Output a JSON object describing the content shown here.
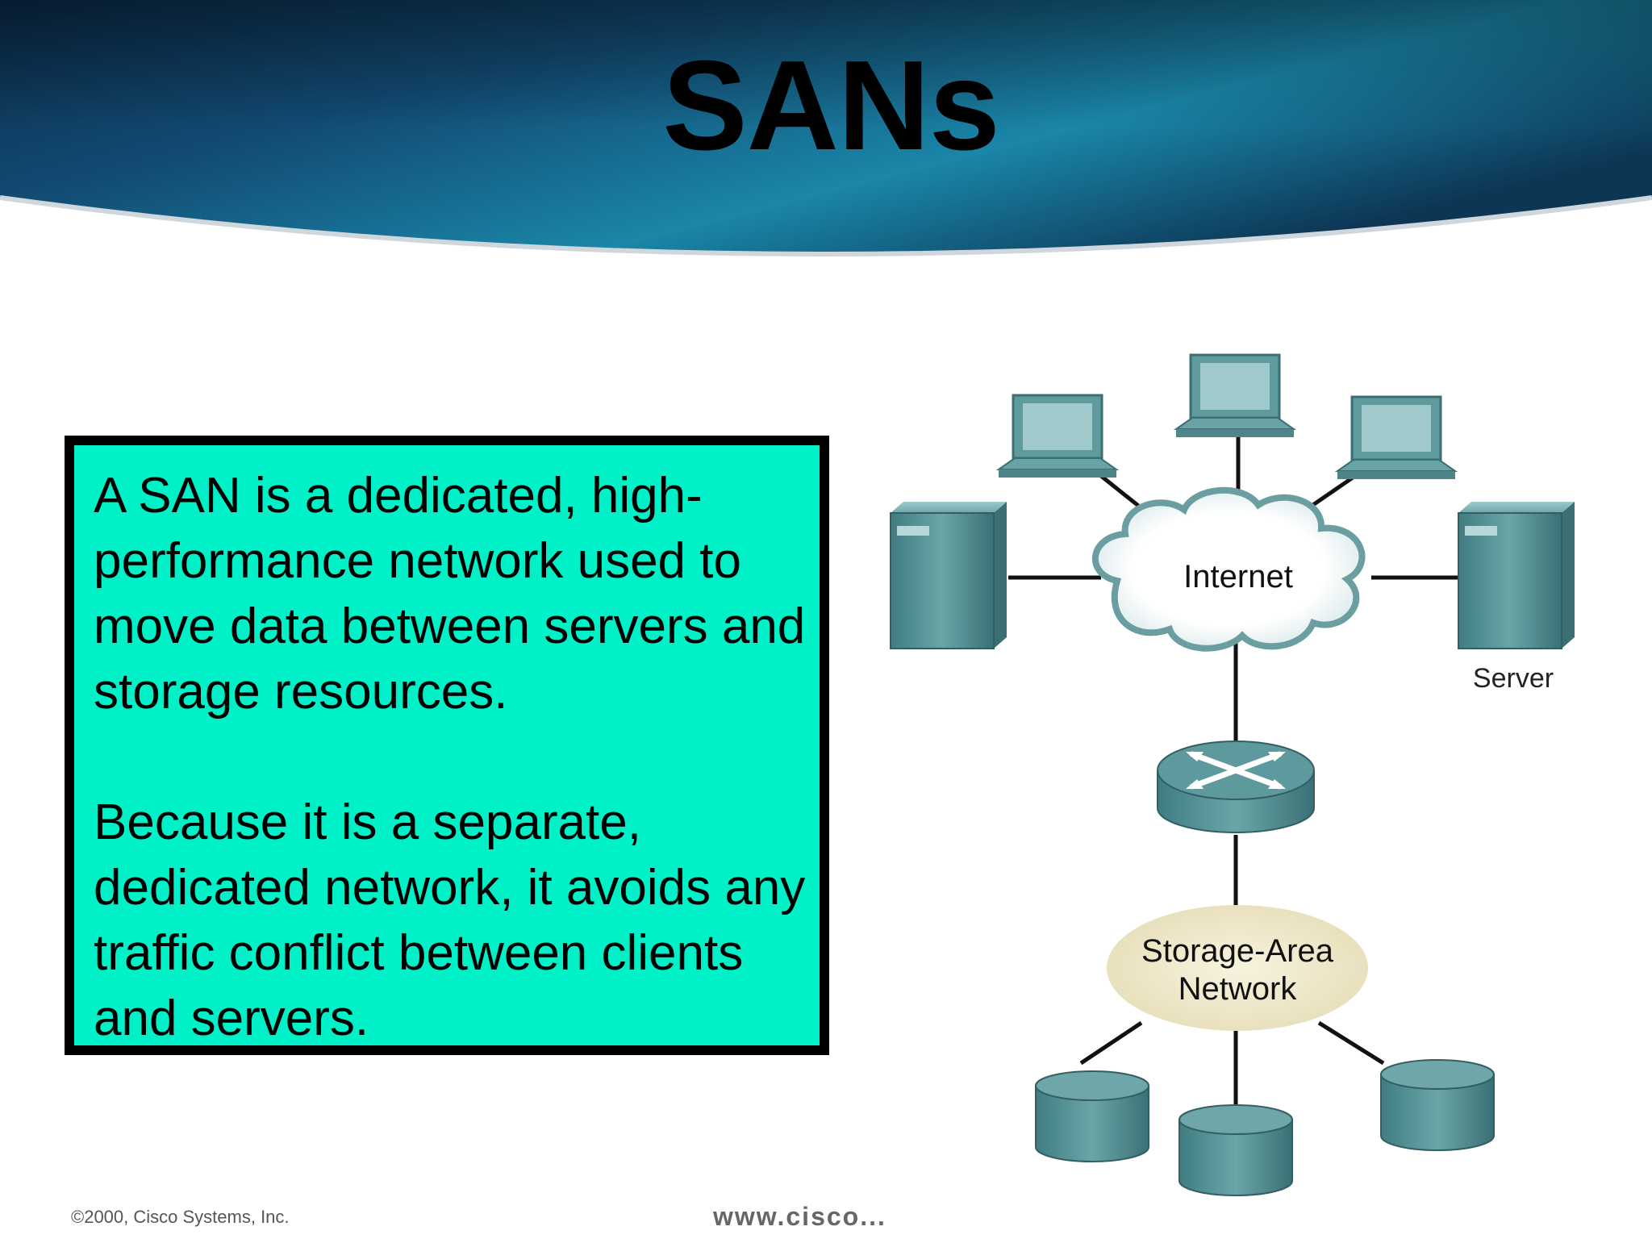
{
  "title": "SANs",
  "text_box": {
    "paragraph_1": "A SAN is a dedicated, high-performance network used to move data between servers and storage resources.",
    "paragraph_2": "Because it is a separate, dedicated network, it avoids any traffic conflict between clients and servers."
  },
  "diagram": {
    "cloud_label": "Internet",
    "server_label": "Server",
    "san_label_line1": "Storage-Area",
    "san_label_line2": "Network",
    "icons": [
      "workstation-icon",
      "server-icon",
      "router-icon",
      "storage-disk-icon"
    ]
  },
  "footer": {
    "copyright": "©2000, Cisco Systems, Inc.",
    "url": "www.cisco..."
  },
  "colors": {
    "text_box_fill": "#00f0c8",
    "header_dark": "#0b2f4e",
    "header_light": "#1a86a8",
    "device_teal": "#4f8e92",
    "san_ellipse": "#f1ebcf"
  }
}
